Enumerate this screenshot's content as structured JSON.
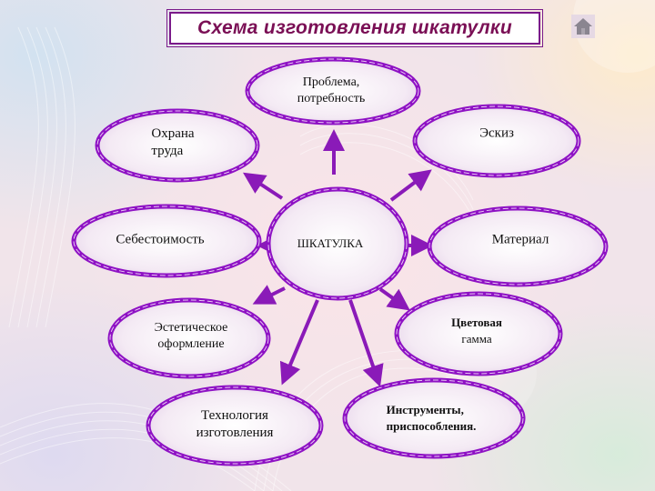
{
  "title": "Схема изготовления шкатулки",
  "home_button": {
    "icon": "home-icon"
  },
  "colors": {
    "ellipse_stroke": "#8e12c4",
    "ellipse_fill_center": "#ffffff",
    "ellipse_fill_edge": "#e9d6ee",
    "arrow": "#8a1ab8",
    "title_text": "#7a0f55",
    "title_border": "#7a1a8a"
  },
  "diagram": {
    "center": {
      "label": "ШКАТУЛКА"
    },
    "nodes": [
      {
        "id": "problem",
        "label_line1": "Проблема,",
        "label_line2": "потребность"
      },
      {
        "id": "labor-safety",
        "label_line1": "Охрана",
        "label_line2": "труда"
      },
      {
        "id": "sketch",
        "label_line1": "Эскиз",
        "label_line2": ""
      },
      {
        "id": "cost",
        "label_line1": "Себестоимость",
        "label_line2": ""
      },
      {
        "id": "material",
        "label_line1": "Материал",
        "label_line2": ""
      },
      {
        "id": "aesthetic",
        "label_line1": "Эстетическое",
        "label_line2": "оформление"
      },
      {
        "id": "color-scheme",
        "label_line1": "Цветовая",
        "label_line2": "гамма"
      },
      {
        "id": "technology",
        "label_line1": "Технология",
        "label_line2": "изготовления"
      },
      {
        "id": "tools",
        "label_line1": "Инструменты,",
        "label_line2": "приспособления."
      }
    ]
  }
}
